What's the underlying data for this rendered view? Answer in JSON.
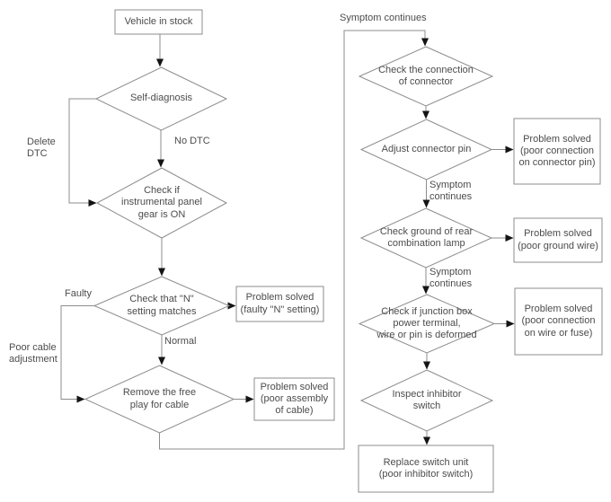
{
  "colors": {
    "line": "#8c8c8c",
    "shape_border": "#8c8c8c",
    "shape_fill": "#ffffff",
    "arrowhead": "#141414",
    "text": "#4c4c4c",
    "background": "#ffffff"
  },
  "flowchart": {
    "nodes": {
      "vehicle_in_stock": "Vehicle in stock",
      "self_diagnosis": "Self-diagnosis",
      "check_panel_gear": "Check if\ninstrumental panel\ngear is ON",
      "check_n_setting": "Check that \"N\"\nsetting matches",
      "problem_n_setting": "Problem solved\n(faulty \"N\" setting)",
      "remove_free_play": "Remove the free\nplay for cable",
      "problem_cable_assembly": "Problem solved\n(poor assembly\nof cable)",
      "check_connector": "Check the connection\nof connector",
      "adjust_connector_pin": "Adjust connector pin",
      "problem_connector_pin": "Problem solved\n(poor connection\non connector pin)",
      "check_ground_lamp": "Check ground of rear\ncombination lamp",
      "problem_ground_wire": "Problem solved\n(poor ground wire)",
      "check_junction_box": "Check if junction box\npower terminal,\nwire or pin is deformed",
      "problem_wire_fuse": "Problem solved\n(poor connection\non wire or fuse)",
      "inspect_inhibitor": "Inspect inhibitor\nswitch",
      "replace_switch": "Replace switch unit\n(poor inhibitor switch)"
    },
    "edge_labels": {
      "delete_dtc": "Delete\nDTC",
      "no_dtc": "No DTC",
      "faulty": "Faulty",
      "poor_cable_adjustment": "Poor cable\nadjustment",
      "normal": "Normal",
      "symptom_continues_top": "Symptom continues",
      "symptom_continues_pin": "Symptom\ncontinues",
      "symptom_continues_ground": "Symptom\ncontinues"
    }
  }
}
